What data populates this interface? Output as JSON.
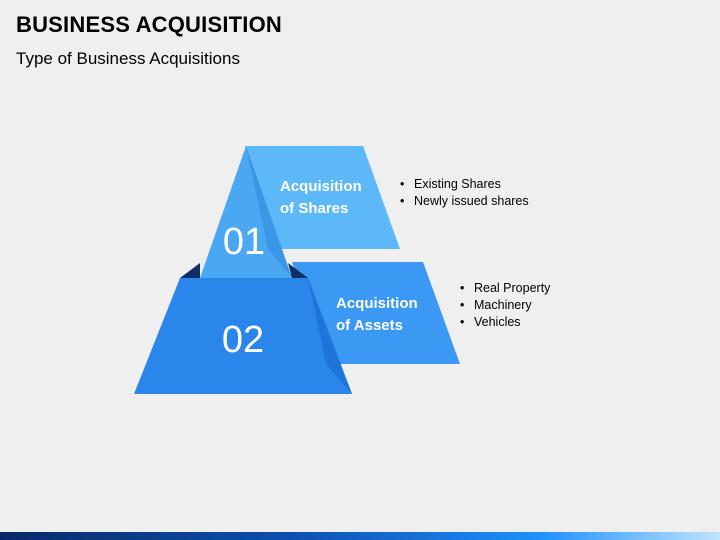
{
  "header": {
    "title": "BUSINESS ACQUISITION",
    "subtitle": "Type of Business Acquisitions"
  },
  "pyramid": {
    "tiers": [
      {
        "number": "01",
        "label_line1": "Acquisition",
        "label_line2": "of Shares",
        "bullets": [
          "Existing Shares",
          "Newly issued shares"
        ]
      },
      {
        "number": "02",
        "label_line1": "Acquisition",
        "label_line2": "of Assets",
        "bullets": [
          "Real Property",
          "Machinery",
          "Vehicles"
        ]
      }
    ]
  },
  "colors": {
    "tier1_light": "#5ab4f5",
    "tier1_dark": "#2d8ae8",
    "tier2_light": "#3a97f2",
    "tier2_dark": "#1c6fdb",
    "shadow": "#0e2f66",
    "background": "#efefef"
  }
}
